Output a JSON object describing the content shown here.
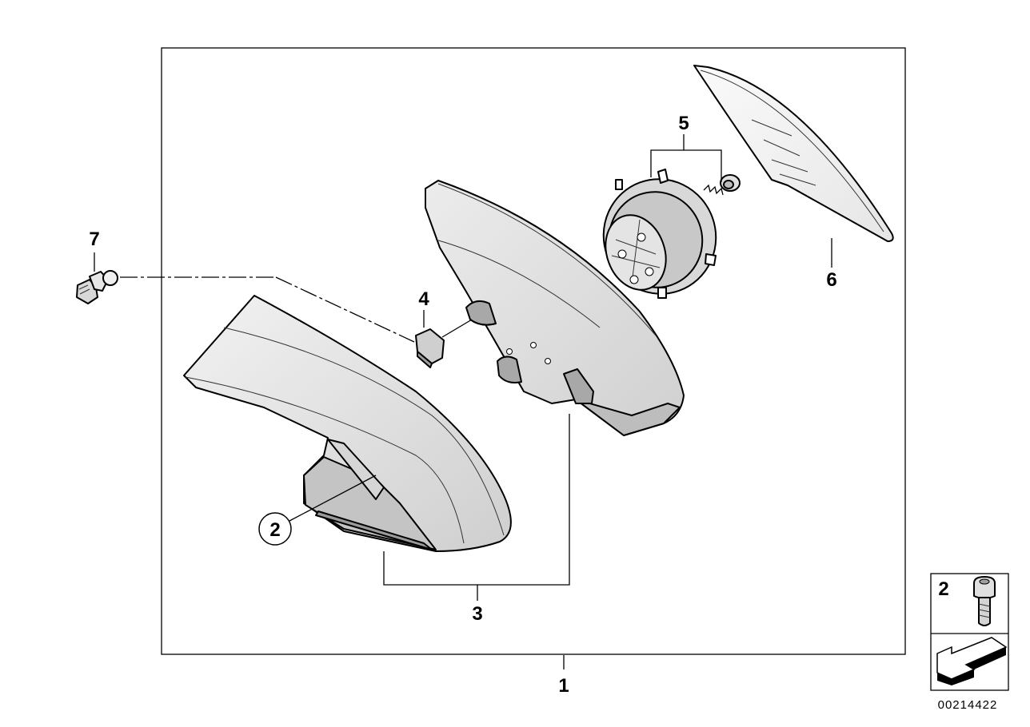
{
  "diagram": {
    "callouts": {
      "c1": "1",
      "c2": "2",
      "c3": "3",
      "c4": "4",
      "c5": "5",
      "c6": "6",
      "c7": "7"
    },
    "legend": {
      "item_number": "2"
    },
    "reference_number": "00214422"
  }
}
